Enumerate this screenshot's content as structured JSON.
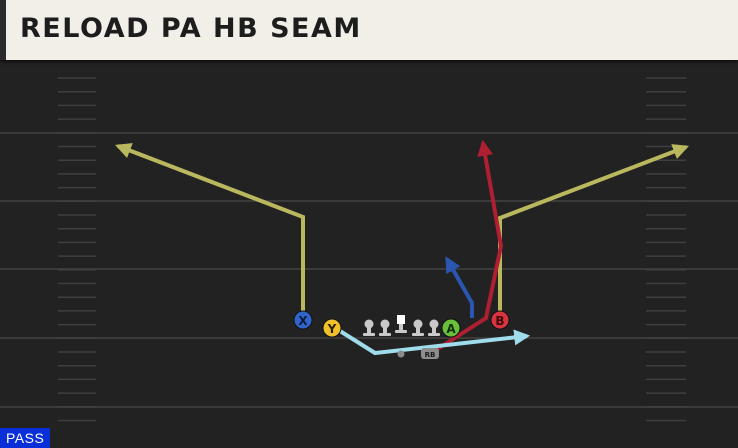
{
  "title": "RELOAD PA HB SEAM",
  "play_type_badge": "PASS",
  "colors": {
    "field": "#222222",
    "yard_line": "#3b3b3b",
    "hash_mark": "#3f3f3f",
    "route_x": "#b9b85e",
    "route_b_corner": "#b9b85e",
    "route_b_go": "#b01e32",
    "route_a": "#2a56b0",
    "route_y": "#9fdcec",
    "button_x": "#2f64c9",
    "button_y": "#f0c12a",
    "button_a": "#69c03a",
    "button_b": "#d8343f",
    "badge": "#0a2fd9"
  },
  "players": [
    {
      "id": "x",
      "label": "X",
      "role": "receiver",
      "icon": "x-button-icon"
    },
    {
      "id": "y",
      "label": "Y",
      "role": "receiver",
      "icon": "y-button-icon"
    },
    {
      "id": "a",
      "label": "A",
      "role": "receiver",
      "icon": "a-button-icon"
    },
    {
      "id": "b",
      "label": "B",
      "role": "receiver",
      "icon": "b-button-icon"
    },
    {
      "id": "rb",
      "label": "RB",
      "role": "running-back",
      "icon": "rb-tag-icon"
    }
  ],
  "linemen_count": 5
}
